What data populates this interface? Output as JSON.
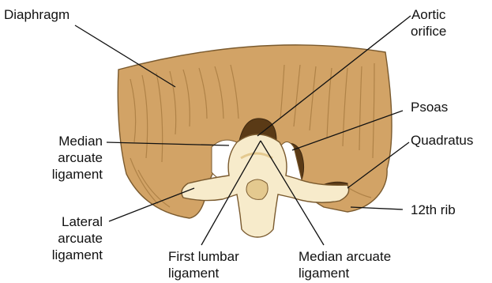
{
  "labels": {
    "diaphragm": "Diaphragm",
    "aortic_orifice": "Aortic\norifice",
    "psoas": "Psoas",
    "quadratus": "Quadratus",
    "twelfth_rib": "12th rib",
    "median_arcuate_left": "Median\narcuate\nligament",
    "lateral_arcuate": "Lateral\narcuate\nligament",
    "first_lumbar": "First lumbar\nligament",
    "median_arcuate_bottom": "Median arcuate\nligament"
  },
  "colors": {
    "muscle": "#D2A366",
    "muscle_stroke": "#7A5A2E",
    "fiber": "#A77B40",
    "bone": "#F7EBCB",
    "bone_shade": "#E4C98F",
    "dark": "#5A3A16",
    "line": "#111111"
  }
}
